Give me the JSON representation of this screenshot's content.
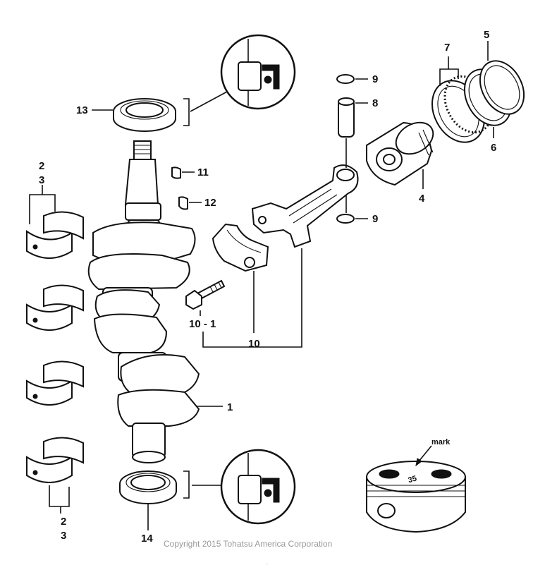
{
  "labels": {
    "crankshaft": "1",
    "main_bearing_upper_a": "2",
    "main_bearing_upper_b": "3",
    "main_bearing_lower_a": "2",
    "main_bearing_lower_b": "3",
    "piston": "4",
    "piston_ring_top": "5",
    "piston_ring_second": "6",
    "oil_ring": "7",
    "piston_pin": "8",
    "pin_clip_top": "9",
    "pin_clip_bottom": "9",
    "connecting_rod_cap": "10",
    "rod_bolt": "10 - 1",
    "woodruff_key_a": "11",
    "woodruff_key_b": "12",
    "oil_seal_top": "13",
    "oil_seal_bottom": "14",
    "piston_mark": "mark",
    "piston_marking_text": "35"
  },
  "copyright": "Copyright 2015 Tohatsu America Corporation",
  "colors": {
    "line": "#111111",
    "background": "#ffffff",
    "copyright": "#9a9a9a"
  }
}
